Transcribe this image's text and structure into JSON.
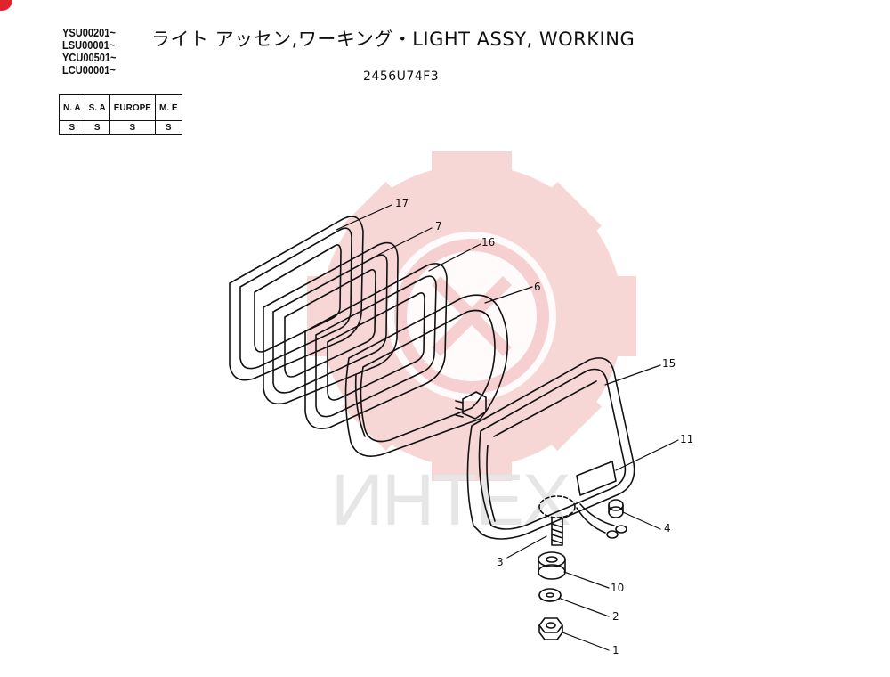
{
  "header": {
    "serial_ranges": [
      "YSU00201~",
      "LSU00001~",
      "YCU00501~",
      "LCU00001~"
    ],
    "title": "ライト アッセン,ワーキング・LIGHT ASSY, WORKING",
    "drawing_number": "2456U74F3"
  },
  "regions_table": {
    "headers": [
      "N. A",
      "S. A",
      "EUROPE",
      "M. E"
    ],
    "values": [
      "S",
      "S",
      "S",
      "S"
    ]
  },
  "watermark": {
    "text": "ИНТЕХ",
    "color": "#f0b8b8"
  },
  "callouts": {
    "c17": "17",
    "c7": "7",
    "c16": "16",
    "c6": "6",
    "c15": "15",
    "c11": "11",
    "c4": "4",
    "c3": "3",
    "c10": "10",
    "c2": "2",
    "c1": "1"
  },
  "colors": {
    "line": "#111111",
    "badge": "#e0242c"
  }
}
